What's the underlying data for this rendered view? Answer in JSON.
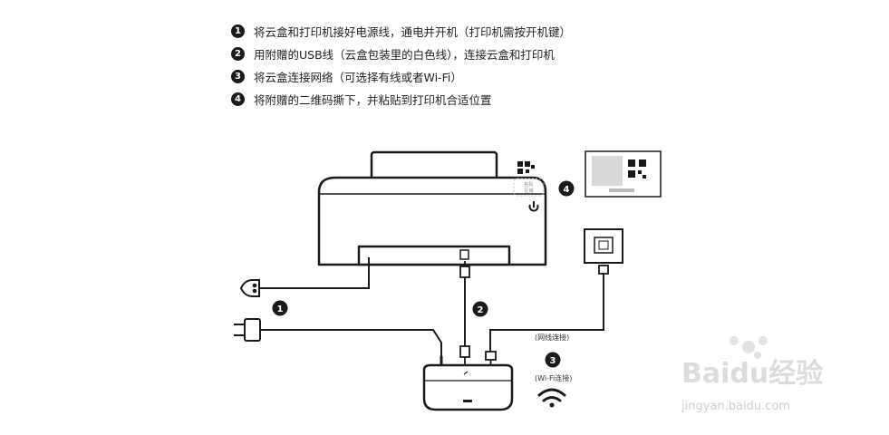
{
  "steps": [
    {
      "num": "1",
      "text": "将云盒和打印机接好电源线，通电并开机（打印机需按开机键）"
    },
    {
      "num": "2",
      "text": "用附赠的USB线（云盒包装里的白色线），连接云盒和打印机"
    },
    {
      "num": "3",
      "text": "将云盒连接网络（可选择有线或者Wi-Fi）"
    },
    {
      "num": "4",
      "text": "将附赠的二维码撕下，并粘贴到打印机合适位置"
    }
  ],
  "diagram": {
    "markers": [
      "1",
      "2",
      "3",
      "4"
    ],
    "network_label": "(网线连接)",
    "wifi_label": "(Wi-Fi连接)",
    "sticker_label": "粘贴\n区域",
    "icons": [
      "printer-icon",
      "power-icon",
      "qr-code-icon",
      "ethernet-port-icon",
      "plug-icon",
      "wifi-icon",
      "cloud-box-icon"
    ]
  },
  "watermark": {
    "brand": "Baidu经验",
    "url": "jingyan.baidu.com"
  }
}
